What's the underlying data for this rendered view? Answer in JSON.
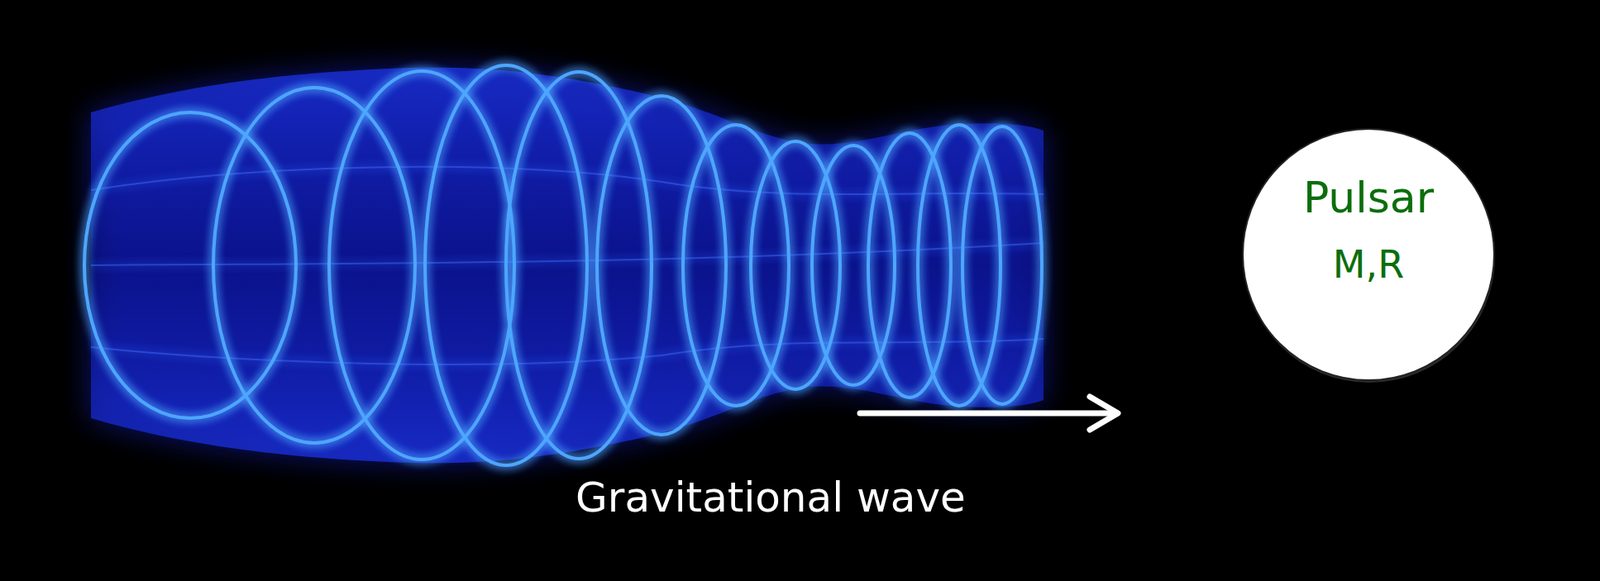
{
  "diagram": {
    "nodes": [
      {
        "text": [
          "Pulsar",
          "M,R"
        ]
      }
    ],
    "labels": [
      "Gravitational wave"
    ]
  }
}
